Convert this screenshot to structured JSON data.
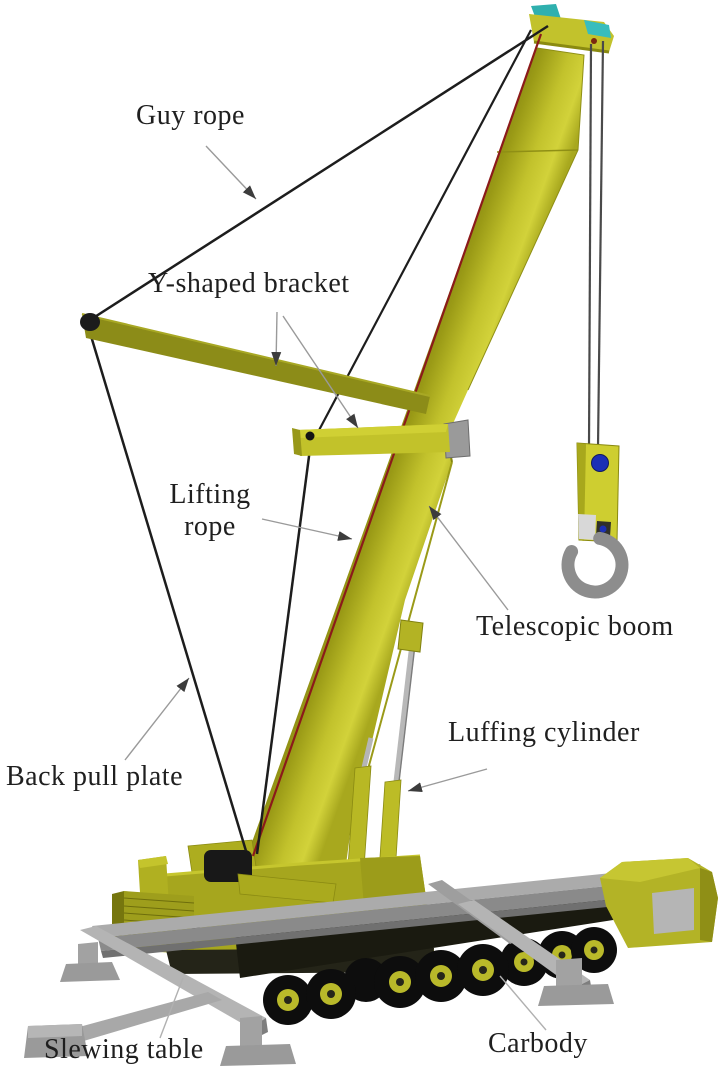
{
  "figure": {
    "type": "technical-diagram",
    "subject": "Telescopic mobile crane with labeled components",
    "labels": {
      "guy_rope": "Guy rope",
      "y_shaped_bracket": "Y-shaped bracket",
      "lifting_rope": "Lifting rope",
      "telescopic_boom": "Telescopic boom",
      "luffing_cylinder": "Luffing cylinder",
      "back_pull_plate": "Back pull plate",
      "slewing_table": "Slewing table",
      "carbody": "Carbody"
    },
    "colors": {
      "background": "#ffffff",
      "crane_yellow": "#b3b326",
      "crane_yellow_bright": "#d2d23a",
      "crane_yellow_dark": "#7a7a10",
      "sheave_teal": "#35b8b8",
      "lifting_rope_red": "#8b1a1a",
      "rope_black": "#1d1d1d",
      "metal_gray": "#ababab",
      "hook_gray": "#8d8d8d",
      "pulley_blue": "#1c2fb5",
      "label_text": "#1f1f1f"
    }
  }
}
